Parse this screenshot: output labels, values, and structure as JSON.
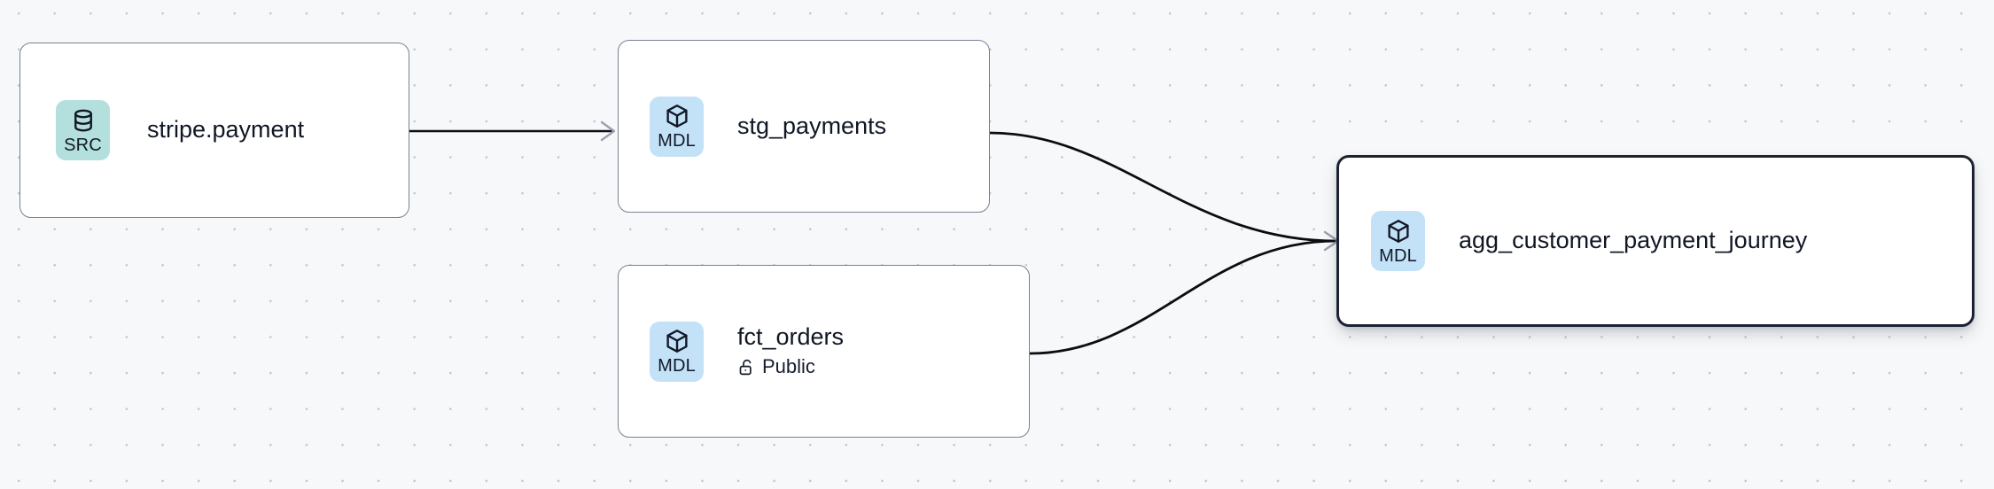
{
  "canvas": {
    "background_color": "#f7f8fa",
    "grid_dot_color": "#c3c7d1"
  },
  "graph": {
    "nodes": [
      {
        "id": "stripe-payment",
        "title": "stripe.payment",
        "badge_label": "SRC",
        "badge_icon": "database-icon",
        "badge_color": "#b3dfdc",
        "selected": false,
        "subtitle": null,
        "subtitle_icon": null
      },
      {
        "id": "stg-payments",
        "title": "stg_payments",
        "badge_label": "MDL",
        "badge_icon": "cube-icon",
        "badge_color": "#c3e2f7",
        "selected": false,
        "subtitle": null,
        "subtitle_icon": null
      },
      {
        "id": "fct-orders",
        "title": "fct_orders",
        "badge_label": "MDL",
        "badge_icon": "cube-icon",
        "badge_color": "#c3e2f7",
        "selected": false,
        "subtitle": "Public",
        "subtitle_icon": "unlock-icon"
      },
      {
        "id": "agg-customer-payment-journey",
        "title": "agg_customer_payment_journey",
        "badge_label": "MDL",
        "badge_icon": "cube-icon",
        "badge_color": "#c3e2f7",
        "selected": true,
        "subtitle": null,
        "subtitle_icon": null
      }
    ],
    "edges": [
      {
        "id": "edge-stripe-to-stg",
        "from": "stripe-payment",
        "to": "stg-payments",
        "style": "straight"
      },
      {
        "id": "edge-stg-to-agg",
        "from": "stg-payments",
        "to": "agg-customer-payment-journey",
        "style": "bezier"
      },
      {
        "id": "edge-fct-to-agg",
        "from": "fct-orders",
        "to": "agg-customer-payment-journey",
        "style": "bezier"
      }
    ],
    "edge_color": "#0b0d12",
    "arrowhead_color": "#9aa0ae"
  }
}
